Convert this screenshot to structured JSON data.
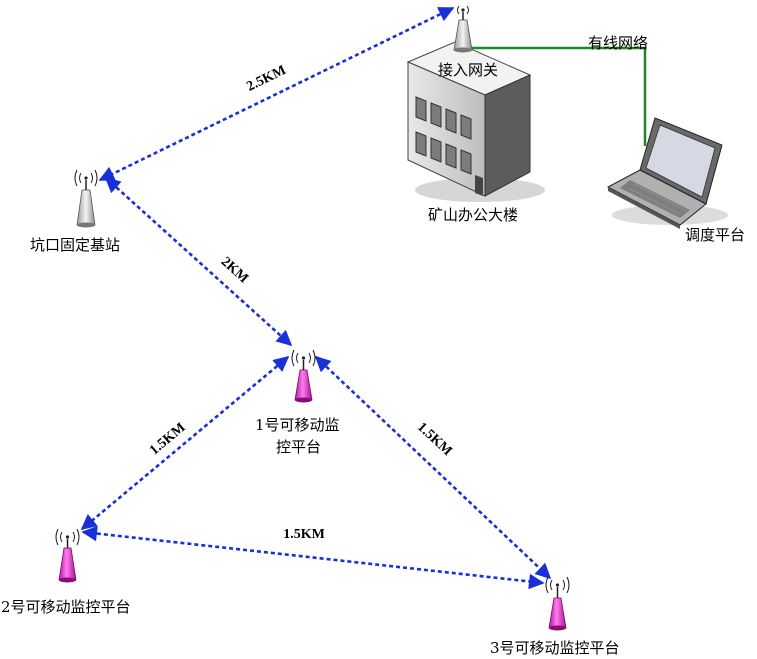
{
  "labels": {
    "access_gateway": "接入网关",
    "wired_network": "有线网络",
    "mine_office": "矿山办公大楼",
    "dispatch_platform": "调度平台",
    "fixed_station": "坑口固定基站",
    "platform1_line1": "1号可移动监",
    "platform1_line2": "控平台",
    "platform2": "2号可移动监控平台",
    "platform3": "3号可移动监控平台"
  },
  "distances": {
    "gateway_to_fixed": "2.5KM",
    "fixed_to_p1": "2KM",
    "p1_to_p2": "1.5KM",
    "p1_to_p3": "1.5KM",
    "p2_to_p3": "1.5KM"
  },
  "colors": {
    "wireless_link": "#1a2fd6",
    "wired_link": "#1f8a1f",
    "mobile_antenna": "#e040d8",
    "fixed_antenna": "#d9d9d9"
  }
}
